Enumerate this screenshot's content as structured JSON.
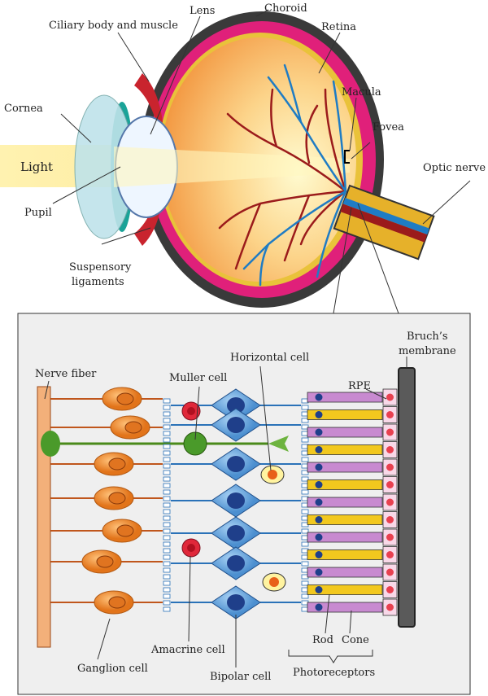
{
  "eye_labels": {
    "lens": "Lens",
    "choroid": "Choroid",
    "ciliary": "Ciliary body and muscle",
    "retina": "Retina",
    "macula": "Macula",
    "cornea": "Cornea",
    "fovea": "Fovea",
    "light": "Light",
    "optic_nerve": "Optic nerve",
    "pupil": "Pupil",
    "suspensory_1": "Suspensory",
    "suspensory_2": "ligaments"
  },
  "retina_labels": {
    "bruchs_1": "Bruch’s",
    "bruchs_2": "membrane",
    "horizontal": "Horizontal cell",
    "nerve_fiber": "Nerve fiber",
    "muller": "Muller cell",
    "rpe": "RPE",
    "rod": "Rod",
    "cone": "Cone",
    "ganglion": "Ganglion cell",
    "amacrine": "Amacrine cell",
    "bipolar": "Bipolar cell",
    "photoreceptors": "Photoreceptors"
  },
  "colors": {
    "sclera": "#3a3a3a",
    "choroid": "#e0207a",
    "vitreous": "#f6a14a",
    "artery": "#9b1b1b",
    "vein": "#1f7cc4",
    "ganglion": "#f08a2c",
    "bipolar": "#2f6fb8",
    "rod": "#c88ad0",
    "cone": "#f2c81e",
    "bruchs": "#555555"
  }
}
